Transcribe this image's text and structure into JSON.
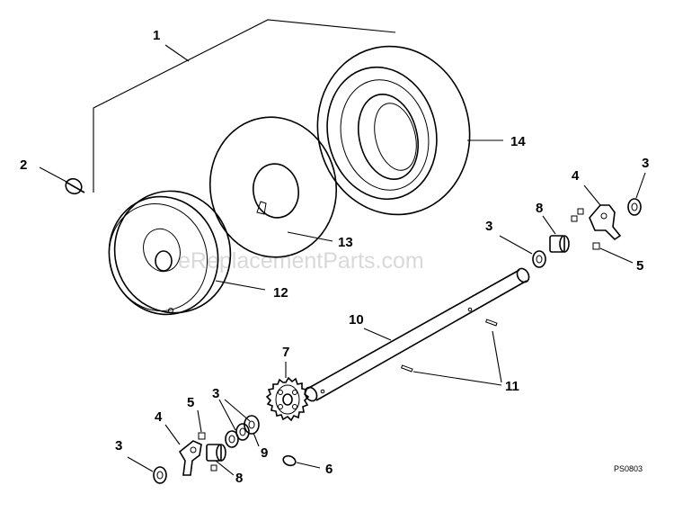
{
  "watermark": "eReplacementParts.com",
  "drawing_code": "PS0803",
  "callouts": [
    {
      "id": "c1",
      "text": "1"
    },
    {
      "id": "c2",
      "text": "2"
    },
    {
      "id": "c3a",
      "text": "3"
    },
    {
      "id": "c3b",
      "text": "3"
    },
    {
      "id": "c3c",
      "text": "3"
    },
    {
      "id": "c3d",
      "text": "3"
    },
    {
      "id": "c4a",
      "text": "4"
    },
    {
      "id": "c4b",
      "text": "4"
    },
    {
      "id": "c5a",
      "text": "5"
    },
    {
      "id": "c5b",
      "text": "5"
    },
    {
      "id": "c6",
      "text": "6"
    },
    {
      "id": "c7",
      "text": "7"
    },
    {
      "id": "c8a",
      "text": "8"
    },
    {
      "id": "c8b",
      "text": "8"
    },
    {
      "id": "c9",
      "text": "9"
    },
    {
      "id": "c10",
      "text": "10"
    },
    {
      "id": "c11",
      "text": "11"
    },
    {
      "id": "c12",
      "text": "12"
    },
    {
      "id": "c13",
      "text": "13"
    },
    {
      "id": "c14",
      "text": "14"
    }
  ]
}
